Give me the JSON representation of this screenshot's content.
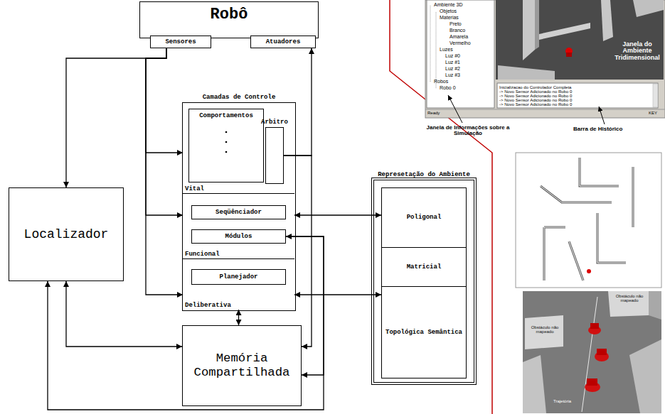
{
  "diagram": {
    "nodes": [
      {
        "text": [
          "Robô"
        ]
      },
      {
        "text": [
          "Sensores"
        ]
      },
      {
        "text": [
          "Atuadores"
        ]
      },
      {
        "text": [
          "Camadas de Controle"
        ]
      },
      {
        "text": [
          "Vital"
        ],
        "in": 3
      },
      {
        "text": [
          "Comportamentos"
        ],
        "in": 4
      },
      {
        "text": [
          "Arbitro"
        ],
        "in": 4
      },
      {
        "text": [
          "Funcional"
        ],
        "in": 3
      },
      {
        "text": [
          "Seqüênciador"
        ],
        "in": 7
      },
      {
        "text": [
          "Módulos"
        ],
        "in": 7
      },
      {
        "text": [
          "Deliberativa"
        ],
        "in": 3
      },
      {
        "text": [
          "Planejador"
        ],
        "in": 10
      },
      {
        "text": [
          "Localizador"
        ]
      },
      {
        "text": [
          "Memória Compartilhada"
        ]
      },
      {
        "text": [
          "Represetação do Ambiente"
        ]
      },
      {
        "text": [
          "Poligonal"
        ],
        "in": 14
      },
      {
        "text": [
          "Matricial"
        ],
        "in": 14
      },
      {
        "text": [
          "Topológica Semântica"
        ],
        "in": 14
      }
    ],
    "edges": [
      {
        "from": 1,
        "to": 12,
        "arrow": "to"
      },
      {
        "from": 1,
        "to": 4,
        "arrow": "to"
      },
      {
        "from": 1,
        "to": 7,
        "arrow": "to"
      },
      {
        "from": 1,
        "to": 10,
        "arrow": "to"
      },
      {
        "from": 6,
        "to": 2,
        "arrow": "to"
      },
      {
        "from": 7,
        "to": 15,
        "arrow": "both"
      },
      {
        "from": 10,
        "to": 17,
        "arrow": "both"
      },
      {
        "from": 10,
        "to": 13,
        "arrow": "both"
      },
      {
        "from": 12,
        "to": 13,
        "arrow": "both"
      },
      {
        "from": 9,
        "to": 13,
        "arrow": "both"
      },
      {
        "from": 9,
        "to": 12,
        "arrow": "to"
      },
      {
        "from": 6,
        "to": 13,
        "arrow": "to"
      }
    ],
    "labels": [
      "Ambiente 3D",
      "Objetos",
      "Materias",
      "Preto",
      "Branco",
      "Amarela",
      "Vermelho",
      "Luzes",
      "Luz #0",
      "Luz #1",
      "Luz #2",
      "Luz #3",
      "Robos",
      "Robo 0",
      "Janela do Ambiente Tridimensional",
      "Inicializacao do Controlador Completa",
      "-> Novo Sensor Adicionado no Robo 0",
      "-> Novo Sensor Adicionado no Robo 0",
      "-> Novo Sensor Adicionado no Robo 0",
      "-> Novo Sensor Adicionado no Robo 0",
      "Ready",
      "KEY",
      "Janela de Informações sobre a Simulação",
      "Barra de Histórico",
      "Obstáculo não mapeado",
      "Obstáculo não mapeado",
      "Trajetória"
    ]
  }
}
